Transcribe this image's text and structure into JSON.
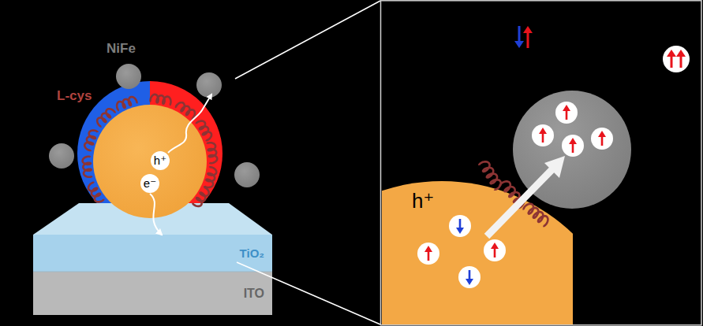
{
  "diagram": {
    "nodes": [
      {
        "text": [
          "h⁺"
        ]
      },
      {
        "text": [
          "e⁻"
        ]
      },
      {
        "text": [
          "TiO₂"
        ]
      },
      {
        "text": [
          "ITO"
        ]
      },
      {
        "text": [
          "h⁺"
        ]
      }
    ],
    "edges": [
      {
        "from": 1,
        "to": 2,
        "arrow": "to"
      }
    ],
    "labels": [
      "NiFe",
      "L-cys"
    ]
  }
}
